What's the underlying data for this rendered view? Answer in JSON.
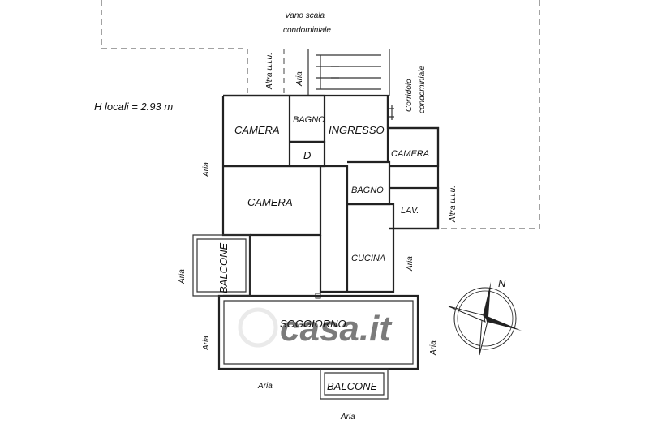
{
  "header": {
    "height_note": "H locali = 2.93 m"
  },
  "labels": {
    "stair_line1": "Vano scala",
    "stair_line2": "condominiale",
    "corridor_line1": "Corridoio",
    "corridor_line2": "condominiale",
    "other_unit": "Altra u.i.u.",
    "air": "Aria"
  },
  "rooms": {
    "camera_1": "CAMERA",
    "bagno_1": "BAGNO",
    "ingresso": "INGRESSO",
    "d": "D",
    "camera_2": "CAMERA",
    "camera_3": "CAMERA",
    "bagno_2": "BAGNO",
    "lav": "LAV.",
    "cucina": "CUCINA",
    "soggiorno": "SOGGIORNO",
    "balcone_side": "BALCONE",
    "balcone_bottom": "BALCONE"
  },
  "compass": {
    "north": "N"
  },
  "watermark": {
    "text": "casa.it"
  }
}
